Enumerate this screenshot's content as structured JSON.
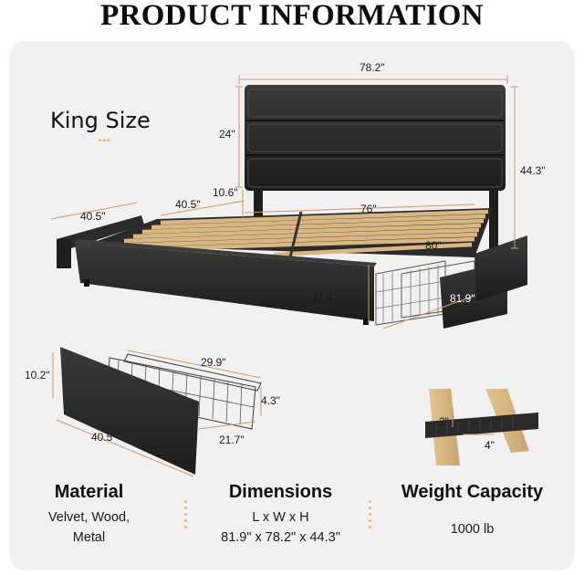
{
  "header": {
    "title": "PRODUCT INFORMATION"
  },
  "size_label": "King Size",
  "bed_dimensions": {
    "headboard_width": "78.2\"",
    "headboard_panel_height": "24\"",
    "total_height": "44.3\"",
    "leg_clearance": "10.6\"",
    "footboard_width": "40.5\"",
    "rail_length_left": "40.5\"",
    "slat_length": "76\"",
    "bed_length": "80\"",
    "drawer_length": "81.9\"",
    "side_height": "11.4\""
  },
  "drawer_dimensions": {
    "front_height": "10.2\"",
    "basket_width": "29.9\"",
    "basket_height": "4.3\"",
    "front_length": "40.5\"",
    "basket_depth": "21.7\""
  },
  "slat_detail": {
    "thickness": "2\"",
    "width": "4\""
  },
  "specs": {
    "material": {
      "title": "Material",
      "line1": "Velvet, Wood,",
      "line2": "Metal"
    },
    "dimensions": {
      "title": "Dimensions",
      "line1": "L x W x H",
      "line2": "81.9\" x 78.2\" x 44.3\""
    },
    "weight": {
      "title": "Weight Capacity",
      "line1": "1000 lb"
    }
  },
  "colors": {
    "upholstery": "#242424",
    "wood": "#d9b783",
    "accent": "#f0a35c",
    "panel": "#f1f1f1"
  }
}
